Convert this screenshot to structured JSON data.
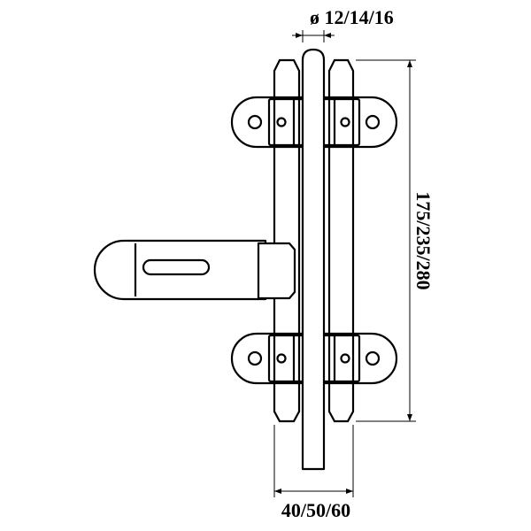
{
  "dimensions": {
    "diameter": "ø 12/14/16",
    "length": "175/235/280",
    "width": "40/50/60"
  },
  "colors": {
    "line": "#000000",
    "background": "#ffffff"
  }
}
